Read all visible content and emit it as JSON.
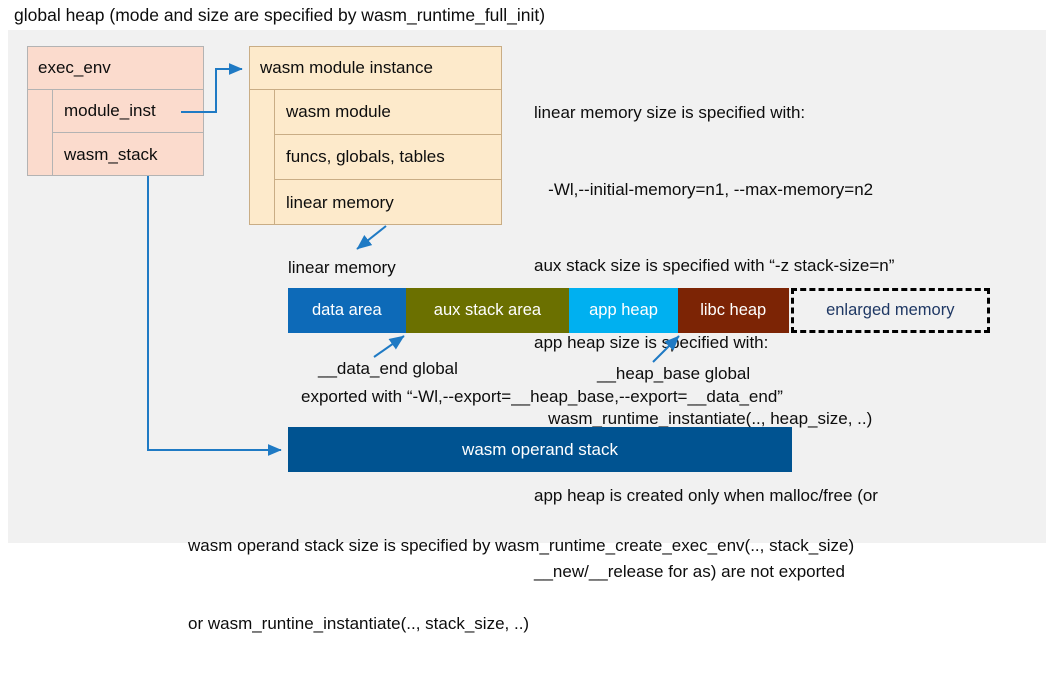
{
  "title": "global heap (mode and size are specified by wasm_runtime_full_init)",
  "exec_env": {
    "header": "exec_env",
    "rows": [
      {
        "label": "module_inst"
      },
      {
        "label": "wasm_stack"
      }
    ]
  },
  "module_instance": {
    "header": "wasm module instance",
    "rows": [
      {
        "label": "wasm module"
      },
      {
        "label": "funcs, globals, tables"
      },
      {
        "label": "linear memory"
      }
    ]
  },
  "notes": [
    "linear memory size is specified with:",
    "   -Wl,--initial-memory=n1, --max-memory=n2",
    "aux stack size is specified with “-z stack-size=n”",
    "app heap size is specified with:",
    "   wasm_runtime_instantiate(.., heap_size, ..)",
    "app heap is created only when malloc/free (or",
    "__new/__release for as) are not exported"
  ],
  "linear_memory": {
    "label": "linear memory",
    "segments": [
      {
        "label": "data area",
        "color": "#0d6ab8",
        "text_color": "#ffffff"
      },
      {
        "label": "aux stack area",
        "color": "#6b7000",
        "text_color": "#ffffff"
      },
      {
        "label": "app heap",
        "color": "#00b0f0",
        "text_color": "#ffffff"
      },
      {
        "label": "libc heap",
        "color": "#7c2405",
        "text_color": "#ffffff"
      },
      {
        "label": "enlarged memory",
        "color": "#f1f1f1",
        "text_color": "#1f3864"
      }
    ]
  },
  "annotations": {
    "data_end": "__data_end global",
    "heap_base": "__heap_base global",
    "exported_with": "exported with “-Wl,--export=__heap_base,--export=__data_end”"
  },
  "operand_stack": {
    "label": "wasm operand stack",
    "color": "#005391",
    "notes": [
      "wasm operand stack size is specified by wasm_runtime_create_exec_env(.., stack_size)",
      "or wasm_runtine_instantiate(.., stack_size, ..)"
    ]
  },
  "colors": {
    "panel_background": "#f1f1f1",
    "exec_env_fill": "#fbdbcd",
    "exec_env_border": "#b3b3b3",
    "module_instance_fill": "#fdeacb",
    "module_instance_border": "#c9ad85",
    "arrow": "#1f7ac4"
  }
}
